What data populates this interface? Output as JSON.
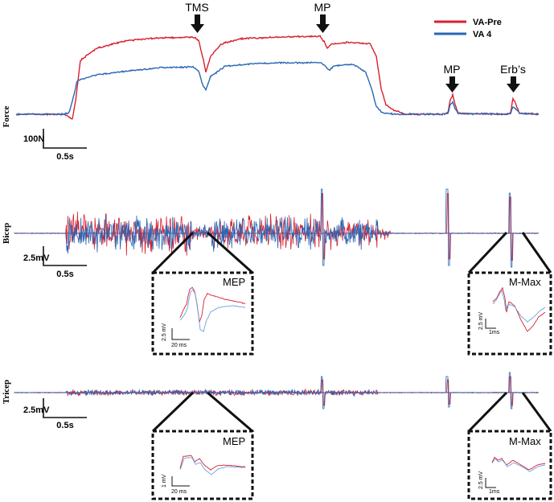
{
  "chart_data": {
    "type": "line",
    "legend": {
      "placement": "top-right",
      "entries": [
        {
          "name": "VA-Pre",
          "color": "#d7202f"
        },
        {
          "name": "VA 4",
          "color": "#2a66b4"
        }
      ]
    },
    "events": [
      {
        "label": "TMS",
        "panel": "force"
      },
      {
        "label": "MP",
        "panel": "force"
      },
      {
        "label": "MP",
        "panel": "force"
      },
      {
        "label": "Erb’s",
        "panel": "force"
      }
    ],
    "panels": [
      {
        "id": "force",
        "row_label": "Force",
        "scale_bar": {
          "y": "100N",
          "x": "0.5s"
        },
        "series": [
          {
            "name": "VA-Pre",
            "color": "#d7202f"
          },
          {
            "name": "VA 4",
            "color": "#2a66b4"
          }
        ]
      },
      {
        "id": "bicep",
        "row_label": "Bicep",
        "scale_bar": {
          "y": "2.5mV",
          "x": "0.5s"
        },
        "insets": [
          {
            "title": "MEP",
            "scale_y": "2.5 mV",
            "scale_x": "20 ms"
          },
          {
            "title": "M-Max",
            "scale_y": "2.5 mV",
            "scale_x": "1ms"
          }
        ]
      },
      {
        "id": "tricep",
        "row_label": "Tricep",
        "scale_bar": {
          "y": "2.5mV",
          "x": "0.5s"
        },
        "insets": [
          {
            "title": "MEP",
            "scale_y": "1 mV",
            "scale_x": "20 ms"
          },
          {
            "title": "M-Max",
            "scale_y": "2.5 mV",
            "scale_x": "1ms"
          }
        ]
      }
    ]
  },
  "colors": {
    "red": "#d7202f",
    "blue": "#2a66b4"
  }
}
